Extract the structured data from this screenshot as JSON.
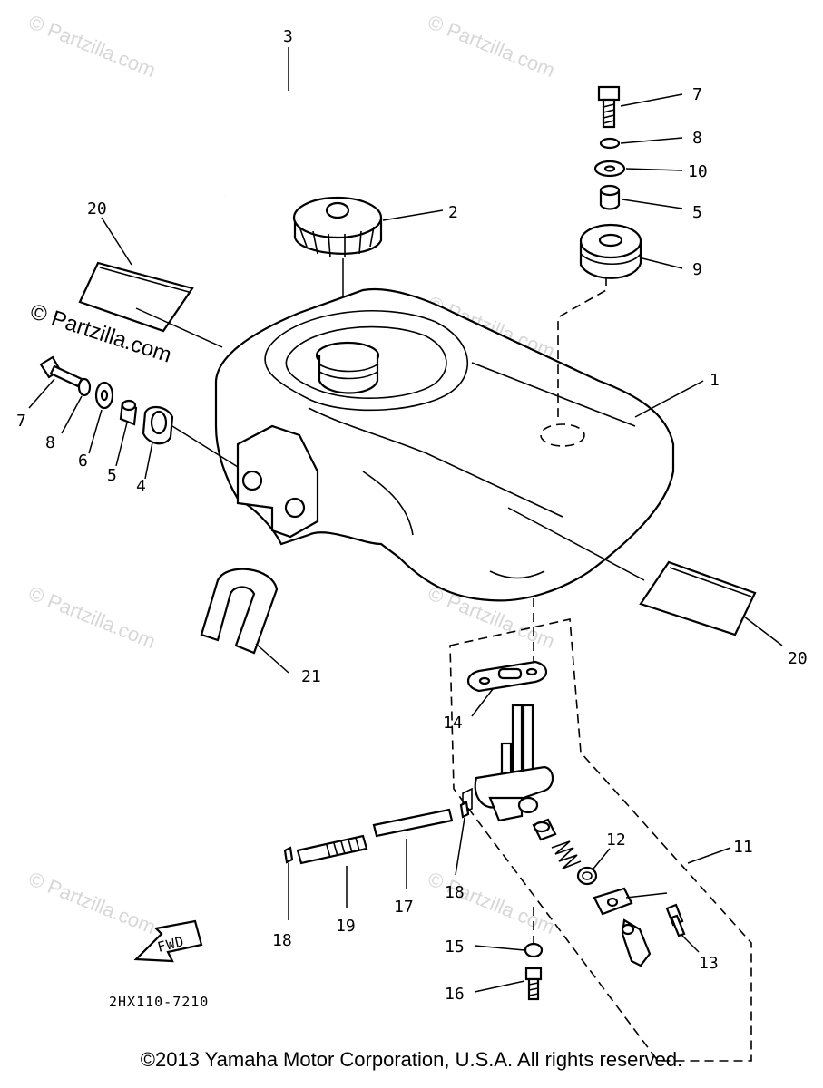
{
  "watermarks": {
    "main": "© Partzilla.com",
    "faint": "© Partzilla.com"
  },
  "callouts": {
    "p1": "1",
    "p2": "2",
    "p3": "3",
    "p4": "4",
    "p5a": "5",
    "p5b": "5",
    "p6": "6",
    "p7a": "7",
    "p7b": "7",
    "p8a": "8",
    "p8b": "8",
    "p9": "9",
    "p10": "10",
    "p11": "11",
    "p12": "12",
    "p13": "13",
    "p14": "14",
    "p15": "15",
    "p16": "16",
    "p17": "17",
    "p18a": "18",
    "p18b": "18",
    "p19": "19",
    "p20a": "20",
    "p20b": "20",
    "p21": "21"
  },
  "fwd_label": "FWD",
  "diagram_code": "2HX110-7210",
  "copyright": "©2013 Yamaha Motor Corporation, U.S.A. All rights reserved."
}
